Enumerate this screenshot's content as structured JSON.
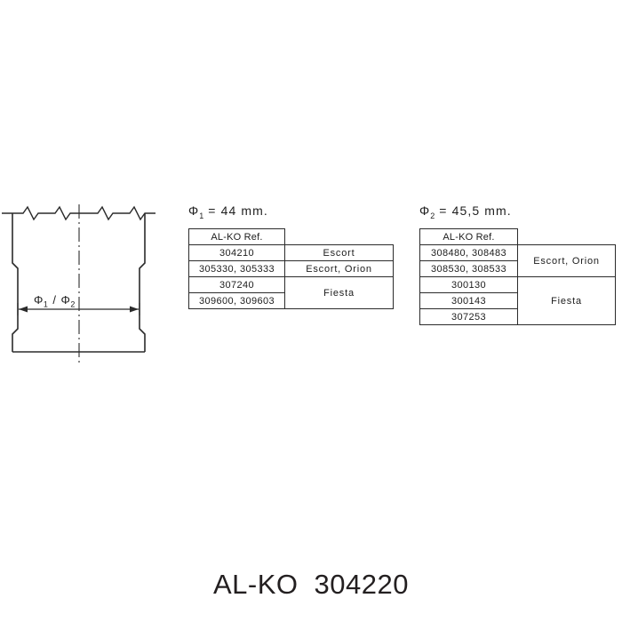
{
  "drawing": {
    "name": "shock-absorber-body-cross-section",
    "dimension_label": {
      "phi1": "Φ",
      "phi1_sub": "1",
      "separator": "/",
      "phi2": "Φ",
      "phi2_sub": "2"
    }
  },
  "specs": [
    {
      "id": "spec-1",
      "symbol": "Φ",
      "subscript": "1",
      "equals": "=",
      "value": "44",
      "unit": "mm.",
      "table": {
        "header_ref": "AL-KO Ref.",
        "rows": [
          {
            "ref": "304210",
            "model": "Escort",
            "model_rowspan": 1
          },
          {
            "ref": "305330, 305333",
            "model": "Escort, Orion",
            "model_rowspan": 1
          },
          {
            "ref": "307240",
            "model": "Fiesta",
            "model_rowspan": 2
          },
          {
            "ref": "309600, 309603",
            "model": null,
            "model_rowspan": 0
          }
        ]
      }
    },
    {
      "id": "spec-2",
      "symbol": "Φ",
      "subscript": "2",
      "equals": "=",
      "value": "45,5",
      "unit": "mm.",
      "table": {
        "header_ref": "AL-KO Ref.",
        "rows": [
          {
            "ref": "308480, 308483",
            "model": "Escort, Orion",
            "model_rowspan": 2
          },
          {
            "ref": "308530, 308533",
            "model": null,
            "model_rowspan": 0
          },
          {
            "ref": "300130",
            "model": "Fiesta",
            "model_rowspan": 3
          },
          {
            "ref": "300143",
            "model": null,
            "model_rowspan": 0
          },
          {
            "ref": "307253",
            "model": null,
            "model_rowspan": 0
          }
        ]
      }
    }
  ],
  "watermark": {
    "brand": "AL-KO",
    "code": "304220"
  },
  "colors": {
    "line": "#2b2b2b",
    "text": "#1c1c1c",
    "watermark": "#231f20",
    "background": "#ffffff"
  }
}
